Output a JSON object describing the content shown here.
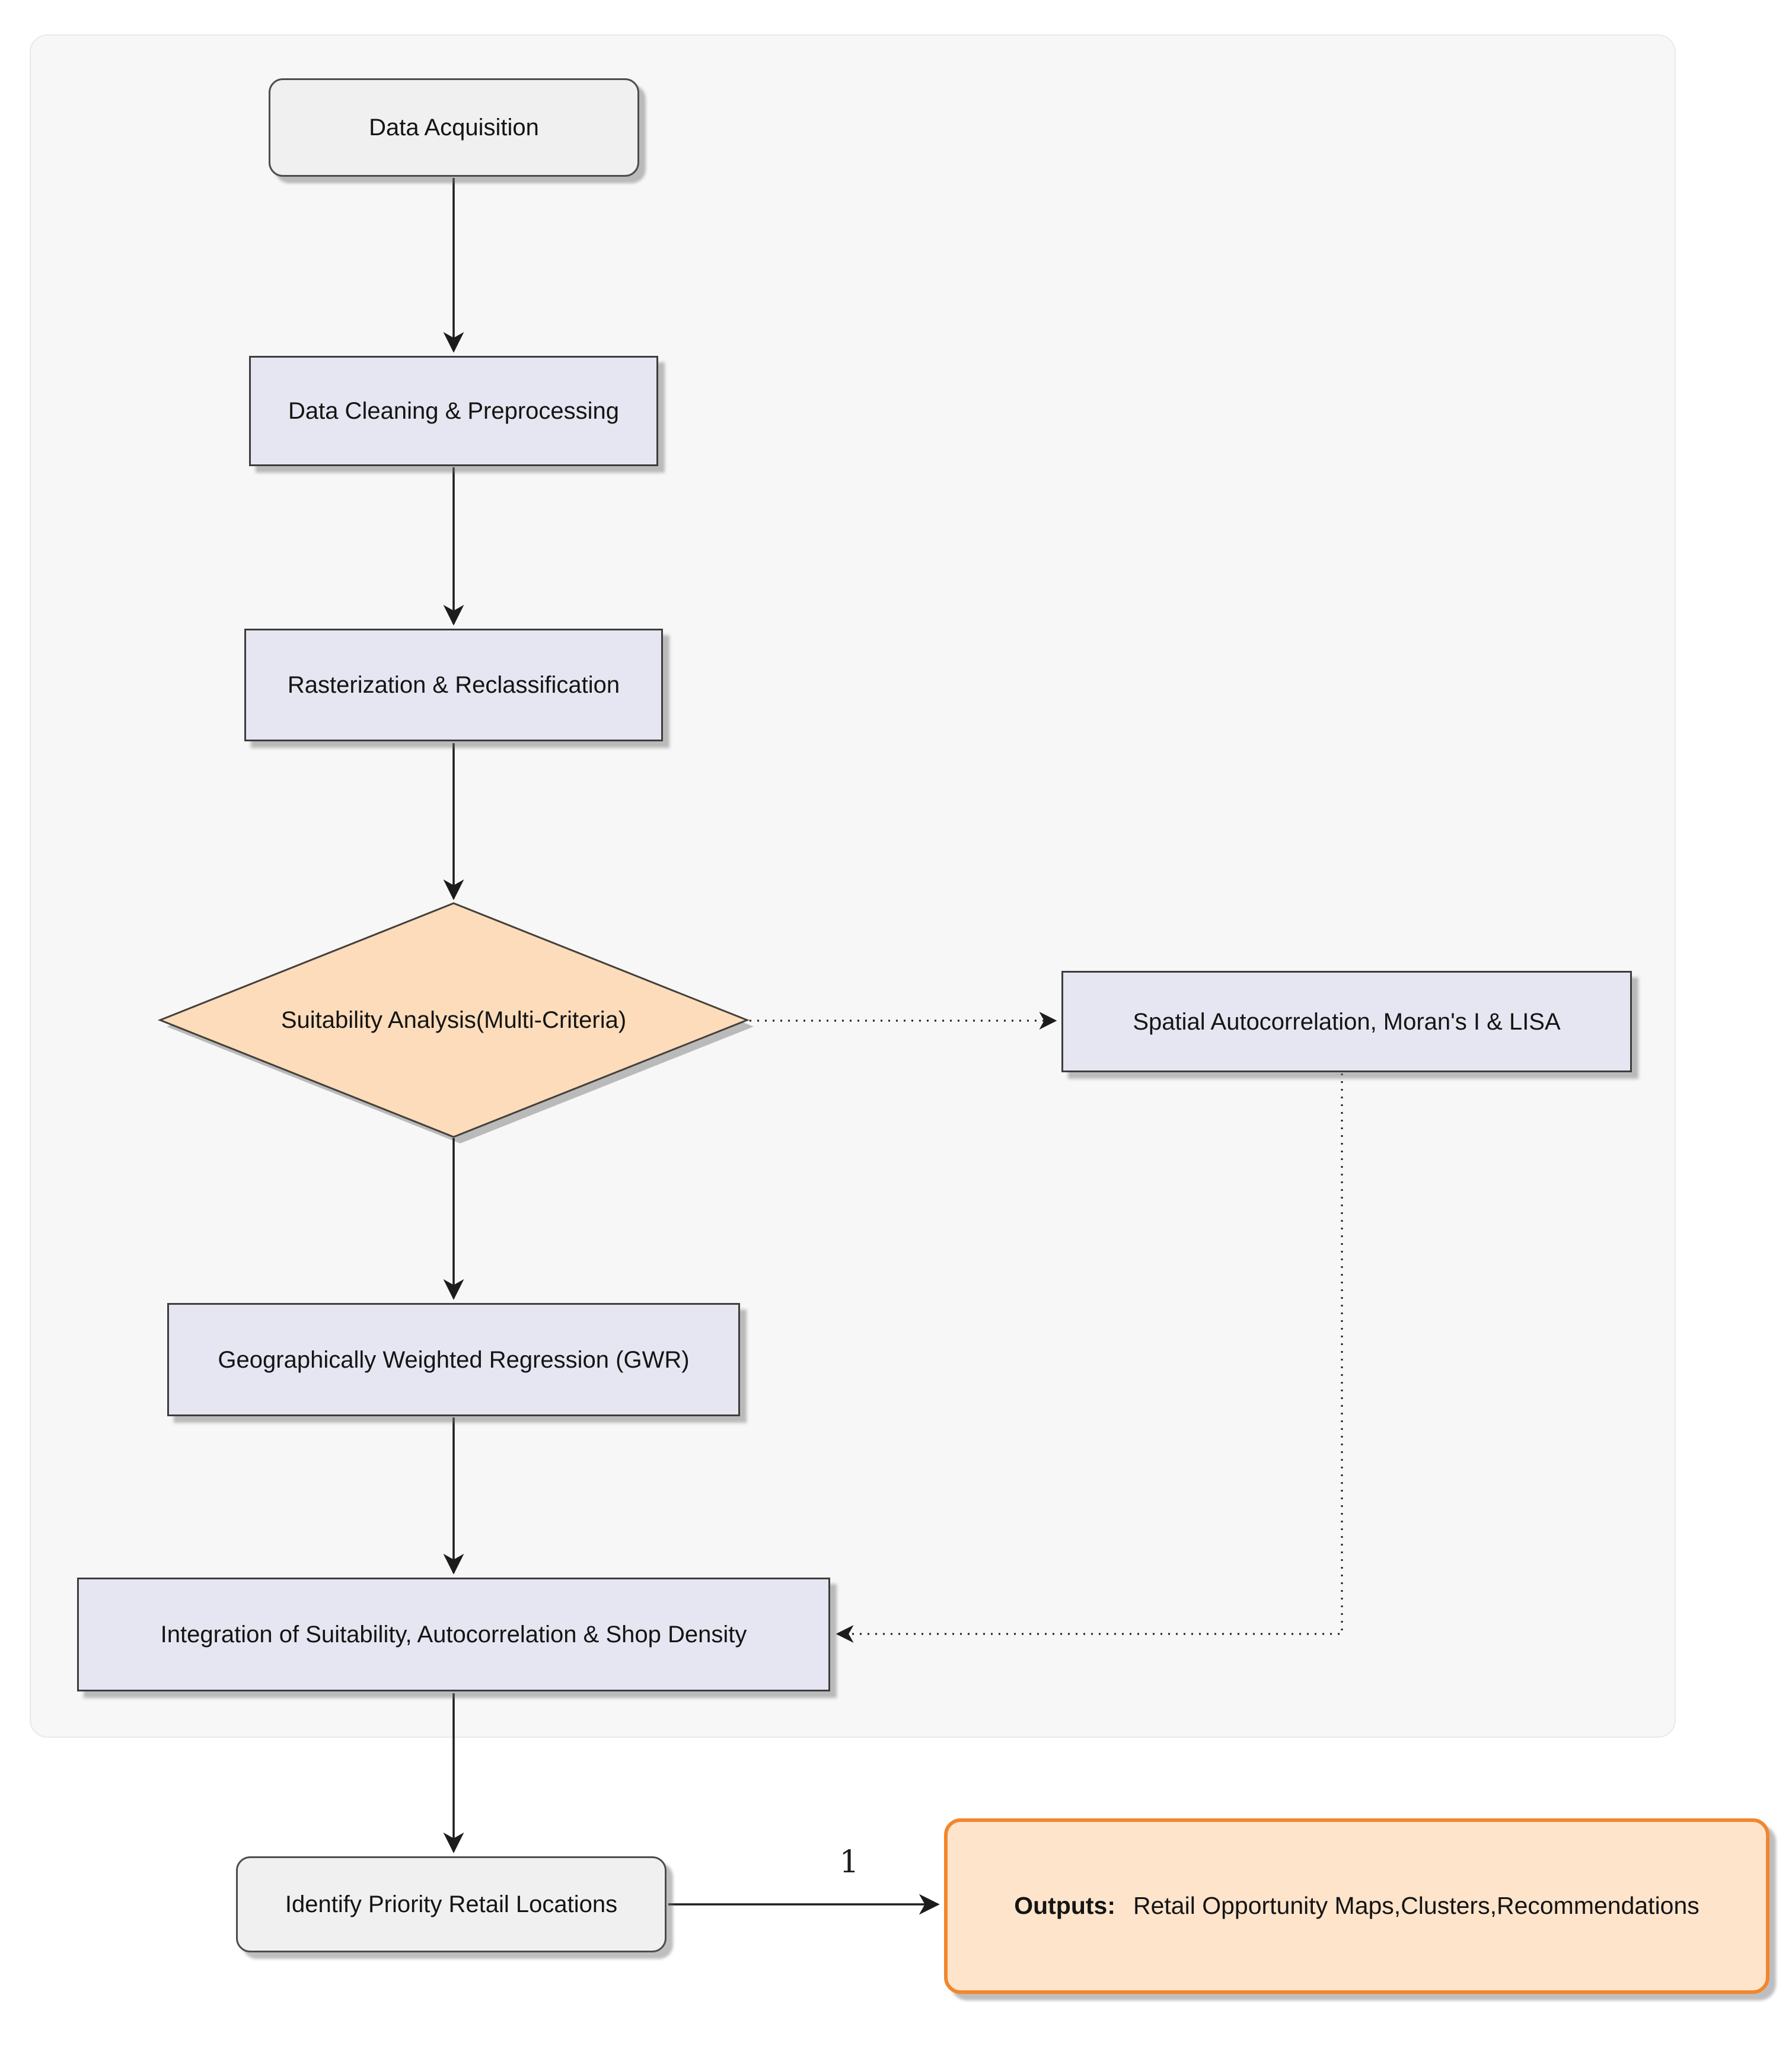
{
  "diagram_type": "flowchart",
  "colors": {
    "page_bg": "#ffffff",
    "panel_bg": "#f7f7f8",
    "panel_border": "#e9e9e9",
    "terminal_fill": "#f0f0f0",
    "terminal_border": "#4d4d4d",
    "process_fill": "#e6e6f2",
    "process_border": "#3d3d3d",
    "decision_fill": "#fcdcba",
    "decision_border": "#44403a",
    "outputs_fill": "#fde4cb",
    "outputs_border": "#f2862d",
    "arrow": "#1c1c1c",
    "shadow": "rgba(110,110,110,0.45)"
  },
  "nodes": {
    "data_acquisition": {
      "label": "Data Acquisition",
      "shape": "rounded-rect"
    },
    "data_cleaning": {
      "label": "Data Cleaning & Preprocessing",
      "shape": "rect"
    },
    "rasterization": {
      "label": "Rasterization & Reclassification",
      "shape": "rect"
    },
    "suitability": {
      "label": "Suitability Analysis(Multi-Criteria)",
      "shape": "diamond"
    },
    "spatial_autocorrelation": {
      "label": "Spatial Autocorrelation,  Moran's I & LISA",
      "shape": "rect"
    },
    "gwr": {
      "label": "Geographically Weighted Regression (GWR)",
      "shape": "rect"
    },
    "integration": {
      "label": "Integration of Suitability,  Autocorrelation & Shop Density",
      "shape": "rect"
    },
    "identify_locations": {
      "label": "Identify Priority Retail Locations",
      "shape": "rounded-rect"
    },
    "outputs": {
      "label_prefix": "Outputs:",
      "label_text": "Retail Opportunity Maps,Clusters,Recommendations",
      "shape": "rounded-rect"
    }
  },
  "edges": {
    "acquisition_to_cleaning": {
      "style": "solid"
    },
    "cleaning_to_rasterization": {
      "style": "solid"
    },
    "rasterization_to_suitability": {
      "style": "solid"
    },
    "suitability_to_spatial": {
      "style": "dotted"
    },
    "suitability_to_gwr": {
      "style": "solid"
    },
    "gwr_to_integration": {
      "style": "solid"
    },
    "spatial_to_integration": {
      "style": "dotted"
    },
    "integration_to_identify": {
      "style": "solid"
    },
    "identify_to_outputs": {
      "style": "solid",
      "label": "1"
    }
  }
}
